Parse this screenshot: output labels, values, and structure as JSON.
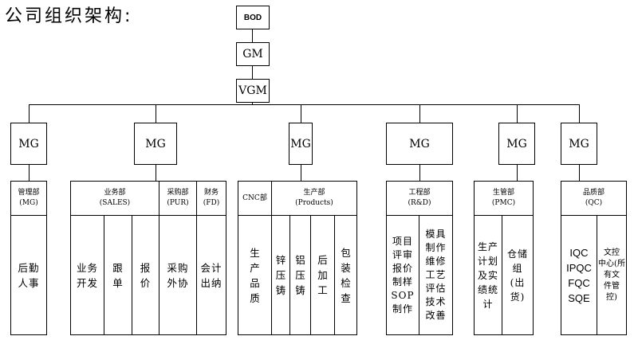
{
  "title": "公司组织架构:",
  "top": {
    "bod": "BOD",
    "gm": "GM",
    "vgm": "VGM"
  },
  "mg_label": "MG",
  "departments": {
    "mg": {
      "header": "管理部",
      "sub": "(MG)",
      "cols": [
        "后勤\n人事"
      ]
    },
    "sales": {
      "header": "业务部",
      "sub": "(SALES)",
      "cols": [
        "业务\n开发",
        "跟\n单",
        "报\n价"
      ]
    },
    "pur": {
      "header": "采购部",
      "sub": "(PUR)",
      "cols": [
        "采购\n外协"
      ]
    },
    "fd": {
      "header": "财务",
      "sub": "(FD)",
      "cols": [
        "会计\n出纳"
      ]
    },
    "cnc": {
      "header": "CNC部"
    },
    "prod": {
      "header": "生产部",
      "sub": "(Products)",
      "cols": [
        "生\n产\n品\n质",
        "锌\n压\n铸",
        "铝\n压\n铸",
        "后\n加\n工",
        "包\n装\n检\n查"
      ]
    },
    "rd": {
      "header": "工程部",
      "sub": "(R&D)",
      "cols": [
        "项目\n评审\n报价\n制样\nSOP\n制作",
        "模具\n制作\n维修\n工艺\n评估\n技术\n改善"
      ]
    },
    "pmc": {
      "header": "生管部",
      "sub": "(PMC)",
      "cols": [
        "生产\n计划\n及实\n绩统\n计",
        "仓储\n组\n(出\n货)"
      ]
    },
    "qc": {
      "header": "品质部",
      "sub": "(QC)",
      "cols": [
        "IQC\nIPQC\nFQC\nSQE",
        "文控\n中心(所\n有文\n件管\n控)"
      ]
    }
  }
}
